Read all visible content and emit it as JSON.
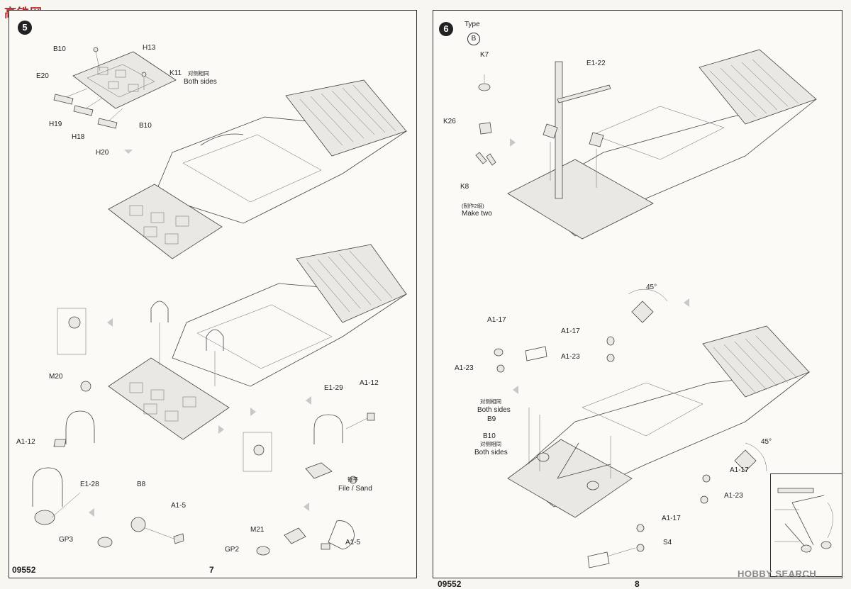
{
  "watermark_left": "高铁网",
  "watermark_right": "HOBBY SEARCH",
  "left_page": {
    "step_number": "5",
    "labels": {
      "b10_top": "B10",
      "h13": "H13",
      "e20": "E20",
      "k11": "K11",
      "both_sides_cn": "对侧相同",
      "both_sides": "Both sides",
      "h19": "H19",
      "h18": "H18",
      "b10_bottom": "B10",
      "h20": "H20",
      "m20": "M20",
      "a1_12_left": "A1-12",
      "e1_29": "E1-29",
      "a1_12_right": "A1-12",
      "file_sand_cn": "锉平",
      "file_sand": "File / Sand",
      "e1_28": "E1-28",
      "b8": "B8",
      "a1_5_left": "A1-5",
      "gp3": "GP3",
      "m21": "M21",
      "gp2": "GP2",
      "a1_5_right": "A1-5"
    },
    "footer": {
      "code": "09552",
      "page": "7"
    }
  },
  "right_page": {
    "step_number": "6",
    "type_label": "Type",
    "type_letter": "B",
    "labels": {
      "k7": "K7",
      "e1_22": "E1-22",
      "k26": "K26",
      "k8": "K8",
      "make_two_cn": "(制作2组)",
      "make_two": "Make two",
      "angle_top": "45°",
      "a1_17_a": "A1-17",
      "a1_17_b": "A1-17",
      "a1_23_a": "A1-23",
      "a1_23_b": "A1-23",
      "both_sides_cn_a": "对侧相同",
      "both_sides_a": "Both sides",
      "b9": "B9",
      "b10": "B10",
      "both_sides_cn_b": "对侧相同",
      "both_sides_b": "Both sides",
      "angle_right": "45°",
      "a1_17_c": "A1-17",
      "a1_23_c": "A1-23",
      "a1_17_d": "A1-17",
      "s4": "S4"
    },
    "footer": {
      "code": "09552",
      "page": "8"
    }
  }
}
